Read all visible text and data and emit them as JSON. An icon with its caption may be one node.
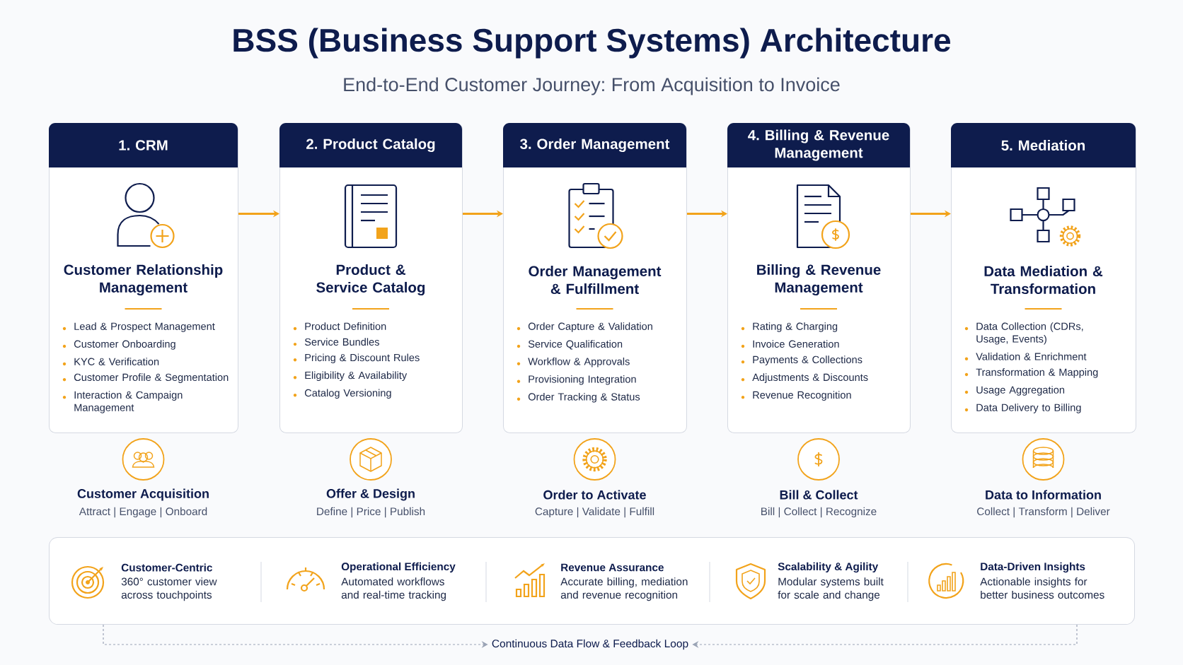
{
  "diagram": {
    "title": "BSS (Business Support Systems) Architecture",
    "nodes": [
      {
        "text": [
          "1. CRM",
          "Customer Relationship Management",
          "Lead & Prospect Management",
          "Customer Onboarding",
          "KYC & Verification",
          "Customer Profile & Segmentation",
          "Interaction & Campaign Management"
        ]
      },
      {
        "text": [
          "2. Product Catalog",
          "Product & Service Catalog",
          "Product Definition",
          "Service Bundles",
          "Pricing & Discount Rules",
          "Eligibility & Availability",
          "Catalog Versioning"
        ]
      },
      {
        "text": [
          "3. Order Management",
          "Order Management & Fulfillment",
          "Order Capture & Validation",
          "Service Qualification",
          "Workflow & Approvals",
          "Provisioning Integration",
          "Order Tracking & Status"
        ]
      },
      {
        "text": [
          "4. Billing & Revenue Management",
          "Billing & Revenue Management",
          "Rating & Charging",
          "Invoice Generation",
          "Payments & Collections",
          "Adjustments & Discounts",
          "Revenue Recognition"
        ]
      },
      {
        "text": [
          "5. Mediation",
          "Data Mediation & Transformation",
          "Data Collection (CDRs, Usage, Events)",
          "Validation & Enrichment",
          "Transformation & Mapping",
          "Usage Aggregation",
          "Data Delivery to Billing"
        ]
      },
      {
        "text": [
          "Customer-Centric",
          "360° customer view across touchpoints",
          "Operational Efficiency",
          "Automated workflows and real-time tracking",
          "Revenue Assurance",
          "Accurate billing, mediation and revenue recognition",
          "Scalability & Agility",
          "Modular systems built for scale and change",
          "Data-Driven Insights",
          "Actionable insights for better business outcomes"
        ]
      },
      {
        "text": [
          "Continuous Data Flow & Feedback Loop"
        ]
      }
    ],
    "edges": [
      {
        "from": 0,
        "to": 1,
        "arrow": "to"
      },
      {
        "from": 1,
        "to": 2,
        "arrow": "to"
      },
      {
        "from": 2,
        "to": 3,
        "arrow": "to"
      },
      {
        "from": 3,
        "to": 4,
        "arrow": "to"
      },
      {
        "from": 5,
        "to": 6,
        "arrow": "to",
        "style": "dashed",
        "color": "#9aa3b5"
      },
      {
        "from": 5,
        "to": 6,
        "arrow": "to",
        "style": "dashed",
        "color": "#9aa3b5"
      }
    ],
    "labels": [
      "End-to-End Customer Journey: From Acquisition to Invoice",
      "Customer Acquisition",
      "Attract | Engage | Onboard",
      "Offer & Design",
      "Define | Price | Publish",
      "Order to Activate",
      "Capture | Validate | Fulfill",
      "Bill & Collect",
      "Bill | Collect | Recognize",
      "Data to Information",
      "Collect | Transform | Deliver"
    ]
  }
}
